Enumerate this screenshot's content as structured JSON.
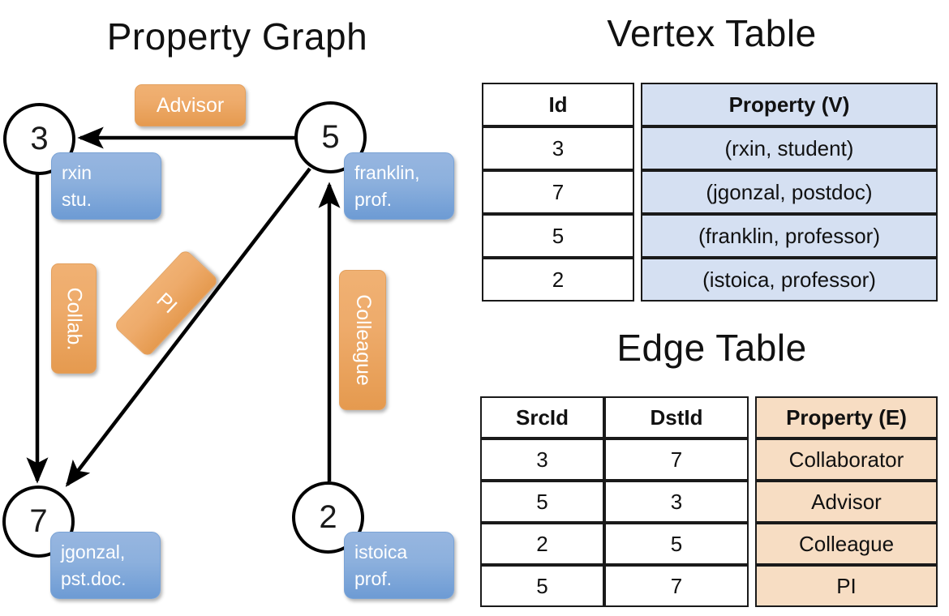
{
  "titles": {
    "property_graph": "Property Graph",
    "vertex_table": "Vertex Table",
    "edge_table": "Edge Table"
  },
  "graph": {
    "nodes": [
      {
        "id": "3",
        "property_line1": "rxin",
        "property_line2": "stu."
      },
      {
        "id": "5",
        "property_line1": "franklin,",
        "property_line2": "prof."
      },
      {
        "id": "7",
        "property_line1": "jgonzal,",
        "property_line2": "pst.doc."
      },
      {
        "id": "2",
        "property_line1": "istoica",
        "property_line2": "prof."
      }
    ],
    "edge_labels": [
      {
        "name": "advisor",
        "text": "Advisor"
      },
      {
        "name": "collab",
        "text": "Collab."
      },
      {
        "name": "pi",
        "text": "PI"
      },
      {
        "name": "colleague",
        "text": "Colleague"
      }
    ],
    "colors": {
      "node_fill": "#ffffff",
      "node_stroke": "#000000",
      "vertex_property_box": "#8cb0dd",
      "edge_label_box": "#eeab6b",
      "edge_line": "#000000"
    }
  },
  "vertex_table": {
    "headers": [
      "Id",
      "Property (V)"
    ],
    "rows": [
      [
        "3",
        "(rxin, student)"
      ],
      [
        "7",
        "(jgonzal, postdoc)"
      ],
      [
        "5",
        "(franklin, professor)"
      ],
      [
        "2",
        "(istoica, professor)"
      ]
    ],
    "property_column_color": "#d5e0f2"
  },
  "edge_table": {
    "headers": [
      "SrcId",
      "DstId",
      "Property (E)"
    ],
    "rows": [
      [
        "3",
        "7",
        "Collaborator"
      ],
      [
        "5",
        "3",
        "Advisor"
      ],
      [
        "2",
        "5",
        "Colleague"
      ],
      [
        "5",
        "7",
        "PI"
      ]
    ],
    "property_column_color": "#f7ddc3"
  }
}
